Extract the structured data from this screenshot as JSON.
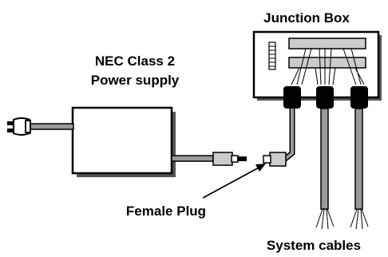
{
  "labels": {
    "junction_box": "Junction Box",
    "power_supply_line1": "NEC Class 2",
    "power_supply_line2": "Power supply",
    "female_plug": "Female Plug",
    "system_cables": "System cables"
  },
  "colors": {
    "ink": "#000000",
    "shadow": "#555555",
    "cable_fill": "#999999",
    "bar_fill": "#cccccc",
    "plug_fill": "#d0d0d0"
  },
  "icons": [
    "ac-plug-icon",
    "junction-box-icon",
    "power-supply-icon",
    "female-plug-icon",
    "male-plug-icon",
    "cable-gland-icon"
  ]
}
